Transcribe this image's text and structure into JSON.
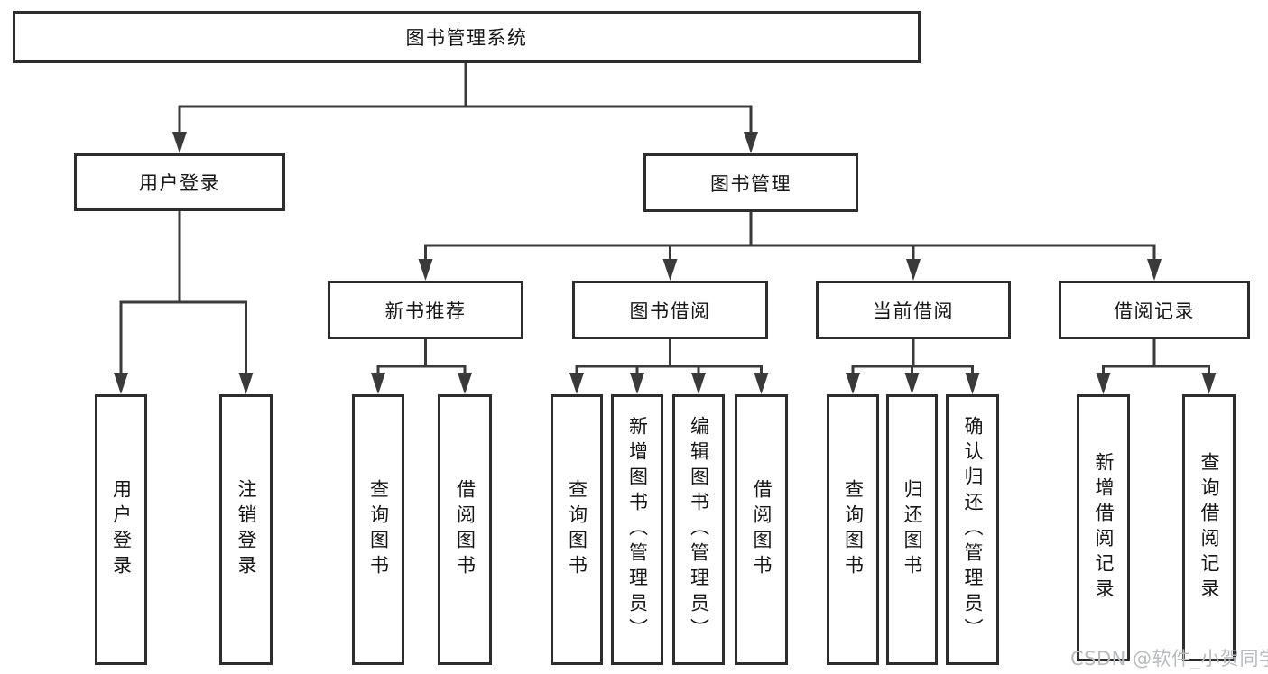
{
  "tree": {
    "label": "图书管理系统",
    "children": [
      {
        "label": "用户登录",
        "children": [
          {
            "label": "用户登录"
          },
          {
            "label": "注销登录"
          }
        ]
      },
      {
        "label": "图书管理",
        "children": [
          {
            "label": "新书推荐",
            "children": [
              {
                "label": "查询图书"
              },
              {
                "label": "借阅图书"
              }
            ]
          },
          {
            "label": "图书借阅",
            "children": [
              {
                "label": "查询图书"
              },
              {
                "label": "新增图书（管理员）"
              },
              {
                "label": "编辑图书（管理员）"
              },
              {
                "label": "借阅图书"
              }
            ]
          },
          {
            "label": "当前借阅",
            "children": [
              {
                "label": "查询图书"
              },
              {
                "label": "归还图书"
              },
              {
                "label": "确认归还（管理员）"
              }
            ]
          },
          {
            "label": "借阅记录",
            "children": [
              {
                "label": "新增借阅记录"
              },
              {
                "label": "查询借阅记录"
              }
            ]
          }
        ]
      }
    ]
  },
  "watermark": {
    "text": "CSDN @软件_小贺同学"
  },
  "colors": {
    "line": "#3a3a3a",
    "box_border": "#2d2d2d",
    "text": "#161616",
    "watermark": "#b9bbbd",
    "background": "#ffffff"
  }
}
